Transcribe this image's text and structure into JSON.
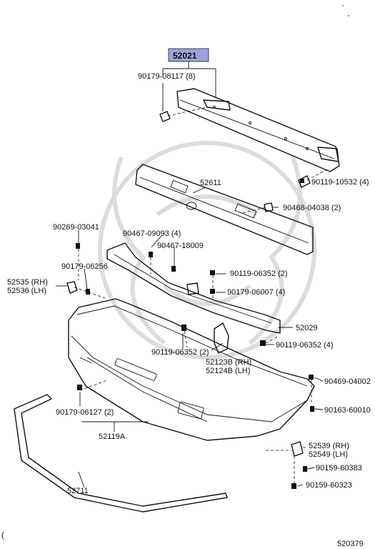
{
  "labels": {
    "reinforcement": "52021",
    "reinforcement_screw": "90179-08117 (8)",
    "reinforcement_bolt": "90119-10532 (4)",
    "absorber": "52611",
    "absorber_clip": "90468-04038 (2)",
    "clip_90269": "90269-03041",
    "clip_90467_09093": "90467-09093 (4)",
    "clip_90467_18009": "90467-18009",
    "nut_90179_06256": "90179-06256",
    "side_rh": "52535 (RH)",
    "side_lh": "52536 (LH)",
    "bolt_90119_06352_a": "90119-06352 (2)",
    "nut_90179_06007": "90179-06007 (4)",
    "retainer": "52029",
    "bolt_90119_06352_b": "90119-06352 (2)",
    "bolt_90119_06352_c": "90119-06352 (4)",
    "support_rh": "52123B (RH)",
    "support_lh": "52124B (LH)",
    "clip_90469": "90469-04002",
    "screw_90163": "90163-60010",
    "nut_90179_06127": "90179-06127 (2)",
    "lower_cover": "52119A",
    "bracket_rh": "52539 (RH)",
    "bracket_lh": "52549 (LH)",
    "screw_90159_60383": "90159-60383",
    "screw_90159_60323": "90159-60323",
    "moulding": "52711",
    "diagram_number": "520379",
    "corner_mark": "("
  },
  "colors": {
    "highlight": "#9aa3d6",
    "ink": "#111111",
    "watermark": "#dcdcdc"
  }
}
